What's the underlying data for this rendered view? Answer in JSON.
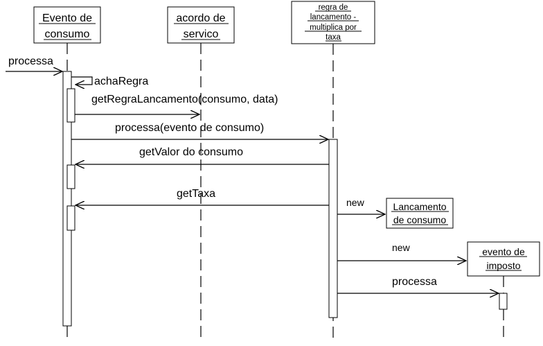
{
  "participants": {
    "evento_consumo": {
      "line1": "Evento de",
      "line2": "consumo"
    },
    "acordo_servico": {
      "line1": "acordo de",
      "line2": "servico"
    },
    "regra_lancamento": {
      "line1": "regra de",
      "line2": "lancamento -",
      "line3": "multiplica por",
      "line4": "taxa"
    },
    "lancamento_consumo": {
      "line1": "Lancamento",
      "line2": "de consumo"
    },
    "evento_imposto": {
      "line1": "evento de",
      "line2": "imposto"
    }
  },
  "messages": {
    "processa_entry": "processa",
    "acha_regra": "achaRegra",
    "get_regra_lancamento": "getRegraLancamento(consumo, data)",
    "processa_evento": "processa(evento de consumo)",
    "get_valor": "getValor do consumo",
    "get_taxa": "getTaxa",
    "new_lancamento": "new",
    "new_imposto": "new",
    "processa_imposto": "processa"
  },
  "colors": {
    "line": "#000000",
    "background": "#ffffff"
  }
}
